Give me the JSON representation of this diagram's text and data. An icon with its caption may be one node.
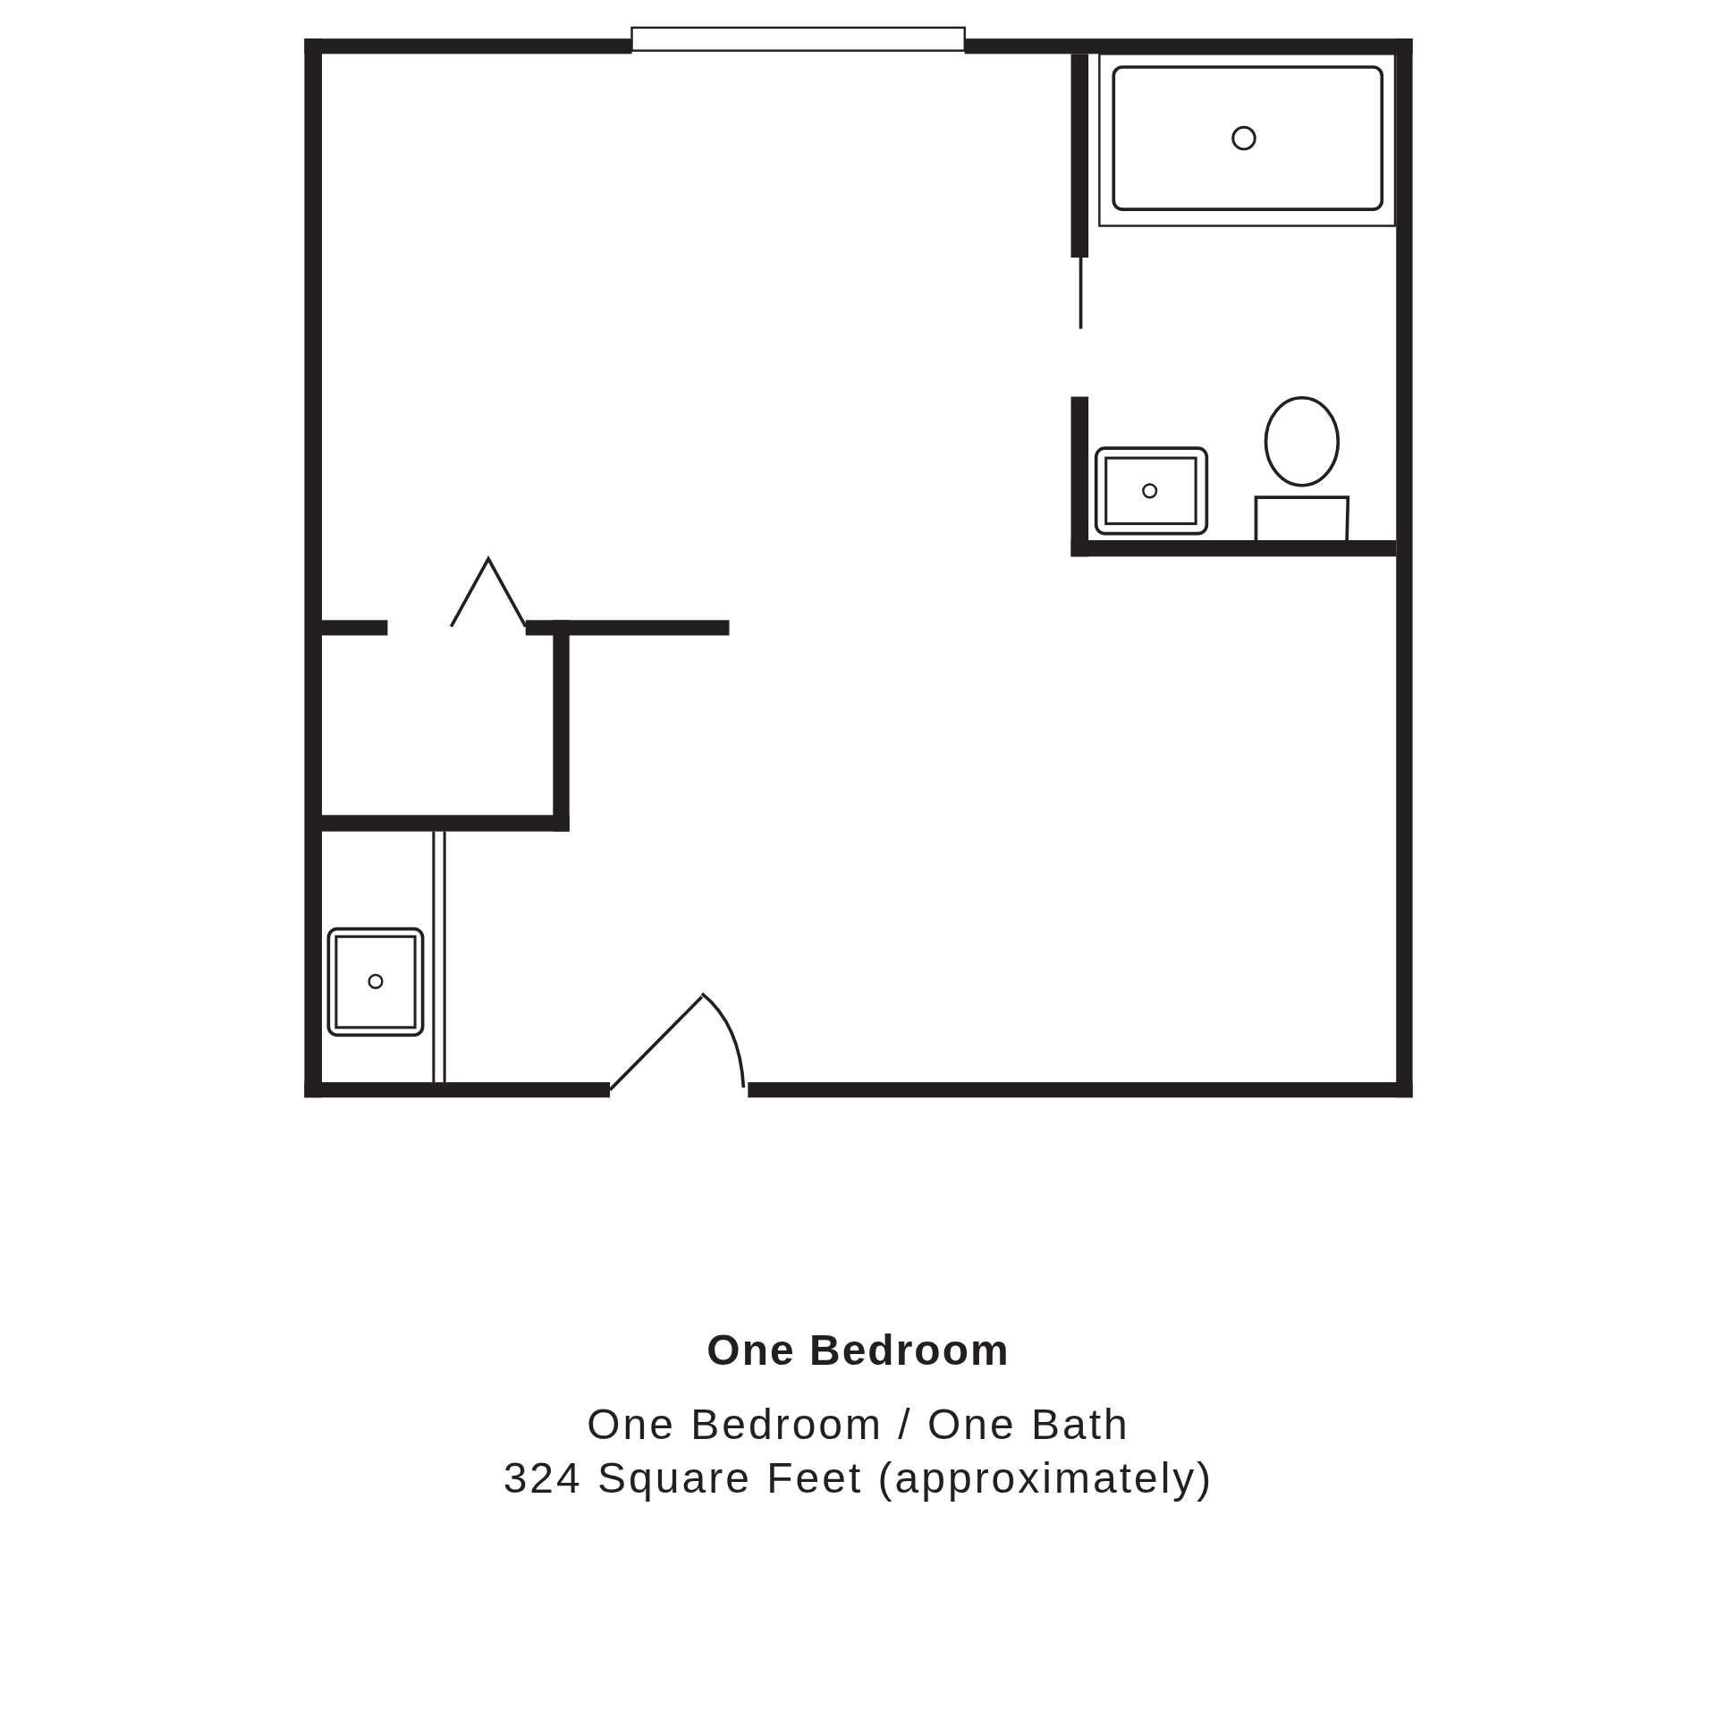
{
  "diagram": {
    "title": "One Bedroom",
    "labels": [
      "One Bedroom / One Bath",
      "324 Square Feet (approximately)"
    ]
  }
}
